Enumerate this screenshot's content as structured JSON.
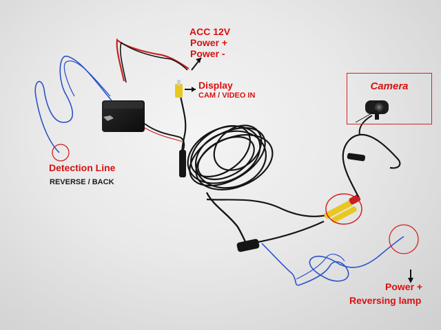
{
  "labels": {
    "acc_title": "ACC 12V",
    "acc_power_plus": "Power +",
    "acc_power_minus": "Power -",
    "display_title": "Display",
    "display_sub": "CAM / VIDEO IN",
    "camera": "Camera",
    "detection_title": "Detection Line",
    "detection_sub": "REVERSE / BACK",
    "reverse_power": "Power +",
    "reversing_lamp": "Reversing lamp"
  },
  "colors": {
    "label_red": "#d81010",
    "label_dark": "#1a1a1a",
    "callout_circle": "#d42020",
    "wire_black": "#151515",
    "wire_red": "#cc1f1f",
    "wire_blue": "#2a52c8",
    "rca_yellow": "#e8c820"
  }
}
